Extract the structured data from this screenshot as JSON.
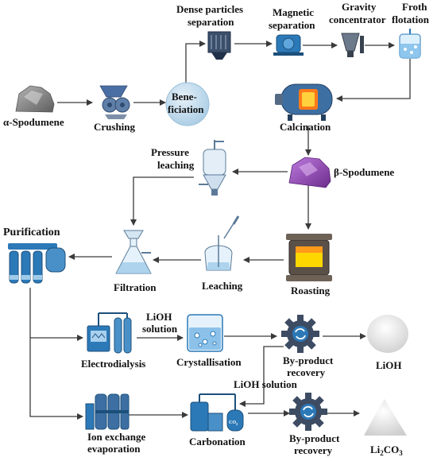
{
  "labels": {
    "spodumene_alpha": "α-Spodumene",
    "crushing": "Crushing",
    "beneficiation_1": "Bene-",
    "beneficiation_2": "ficiation",
    "dense_1": "Dense particles",
    "dense_2": "separation",
    "magnetic_1": "Magnetic",
    "magnetic_2": "separation",
    "gravity_1": "Gravity",
    "gravity_2": "concentrator",
    "froth_1": "Froth",
    "froth_2": "flotation",
    "calcination": "Calcination",
    "spodumene_beta": "β-Spodumene",
    "pressure_1": "Pressure",
    "pressure_2": "leaching",
    "purification": "Purification",
    "filtration": "Filtration",
    "leaching": "Leaching",
    "roasting": "Roasting",
    "electrodialysis": "Electrodialysis",
    "lioh_solution_a1": "LiOH",
    "lioh_solution_a2": "solution",
    "crystallisation": "Crystallisation",
    "byproduct1_1": "By-product",
    "byproduct1_2": "recovery",
    "lioh": "LiOH",
    "lioh_solution_b": "LiOH solution",
    "ion_exchange_1": "Ion exchange",
    "ion_exchange_2": "evaporation",
    "carbonation": "Carbonation",
    "co2": "CO",
    "co2_sub": "2",
    "byproduct2_1": "By-product",
    "byproduct2_2": "recovery",
    "li2co3_a": "Li",
    "li2co3_b": "2",
    "li2co3_c": "CO",
    "li2co3_d": "3"
  },
  "colors": {
    "arrow": "#3a3a3a",
    "blue": "#2c79b8",
    "purple": "#8e44ad",
    "gray_rock": "#8a8a8a",
    "gear": "#3d4c63"
  }
}
